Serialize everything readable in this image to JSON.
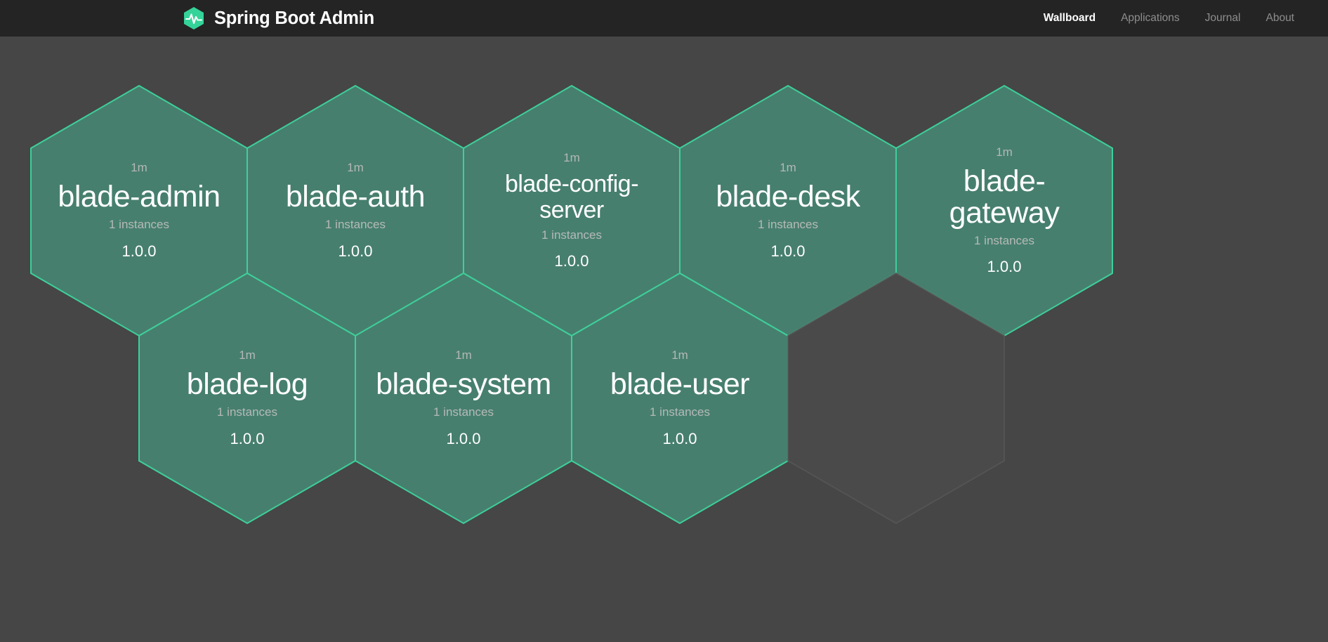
{
  "header": {
    "brand_name": "Spring Boot Admin",
    "logo_icon": "spring-boot-admin-hexagon-pulse-icon",
    "logo_color": "#34d399",
    "background_color": "#242424",
    "nav": [
      {
        "label": "Wallboard",
        "active": true
      },
      {
        "label": "Applications",
        "active": false
      },
      {
        "label": "Journal",
        "active": false
      },
      {
        "label": "About",
        "active": false
      }
    ]
  },
  "wallboard": {
    "background_color": "#464646",
    "hex_fill_color": "#477f6e",
    "hex_border_color": "#3ecf9a",
    "empty_hex_border_color": "#565656",
    "applications": [
      {
        "uptime": "1m",
        "name": "blade-admin",
        "instances": "1 instances",
        "version": "1.0.0",
        "status": "UP",
        "empty": false,
        "row": 0,
        "col": 0
      },
      {
        "uptime": "1m",
        "name": "blade-auth",
        "instances": "1 instances",
        "version": "1.0.0",
        "status": "UP",
        "empty": false,
        "row": 0,
        "col": 1
      },
      {
        "uptime": "1m",
        "name": "blade-config-server",
        "instances": "1 instances",
        "version": "1.0.0",
        "status": "UP",
        "empty": false,
        "row": 0,
        "col": 2
      },
      {
        "uptime": "1m",
        "name": "blade-desk",
        "instances": "1 instances",
        "version": "1.0.0",
        "status": "UP",
        "empty": false,
        "row": 0,
        "col": 3
      },
      {
        "uptime": "1m",
        "name": "blade-gateway",
        "instances": "1 instances",
        "version": "1.0.0",
        "status": "UP",
        "empty": false,
        "row": 0,
        "col": 4
      },
      {
        "uptime": "1m",
        "name": "blade-log",
        "instances": "1 instances",
        "version": "1.0.0",
        "status": "UP",
        "empty": false,
        "row": 1,
        "col": 0
      },
      {
        "uptime": "1m",
        "name": "blade-system",
        "instances": "1 instances",
        "version": "1.0.0",
        "status": "UP",
        "empty": false,
        "row": 1,
        "col": 1
      },
      {
        "uptime": "1m",
        "name": "blade-user",
        "instances": "1 instances",
        "version": "1.0.0",
        "status": "UP",
        "empty": false,
        "row": 1,
        "col": 2
      },
      {
        "uptime": "",
        "name": "",
        "instances": "",
        "version": "",
        "status": "",
        "empty": true,
        "row": 1,
        "col": 3
      }
    ]
  }
}
